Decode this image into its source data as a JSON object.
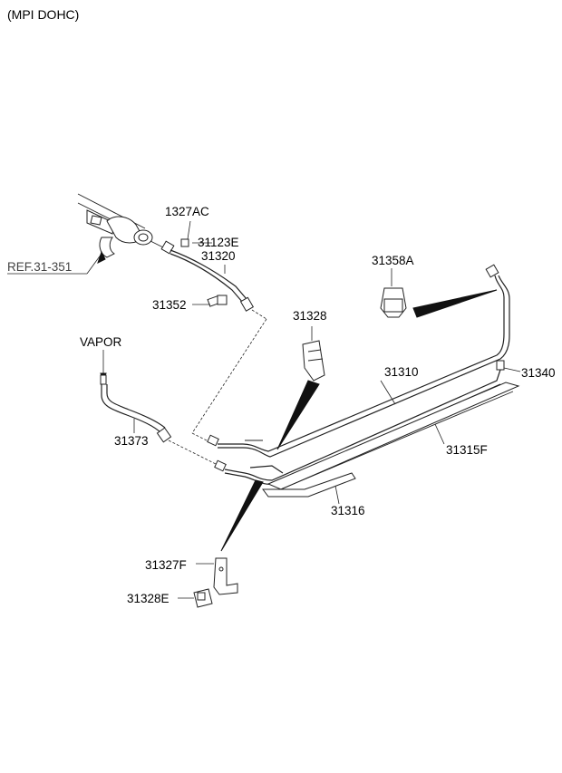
{
  "title": "(MPI DOHC)",
  "reference": "REF.31-351",
  "labels": {
    "p1327AC": "1327AC",
    "p31123E": "31123E",
    "p31320": "31320",
    "p31352": "31352",
    "p31358A": "31358A",
    "p31328": "31328",
    "p31310": "31310",
    "p31340": "31340",
    "vapor": "VAPOR",
    "p31373": "31373",
    "p31315F": "31315F",
    "p31316": "31316",
    "p31327F": "31327F",
    "p31328E": "31328E"
  }
}
